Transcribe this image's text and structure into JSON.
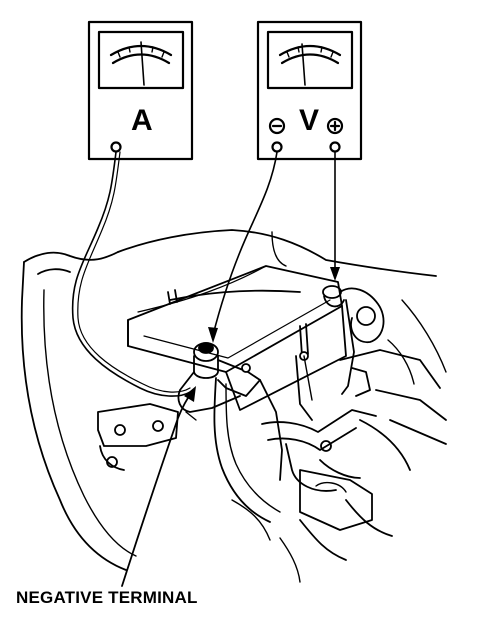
{
  "ammeter": {
    "letter": "A"
  },
  "voltmeter": {
    "letter": "V",
    "negative_symbol": "⊖",
    "positive_symbol": "⊕"
  },
  "callout": {
    "label": "NEGATIVE TERMINAL"
  },
  "colors": {
    "ink": "#000000",
    "paper": "#ffffff"
  }
}
